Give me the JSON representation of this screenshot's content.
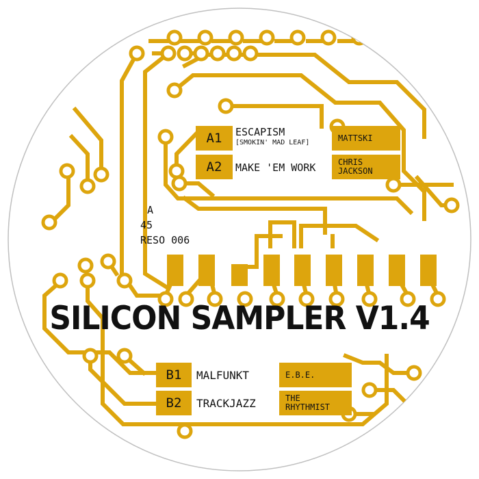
{
  "colors": {
    "trace": "#DDA50D",
    "ink": "#111111",
    "background": "#FFFFFF",
    "rim": "#BFBFBF"
  },
  "label": {
    "title": "SILICON SAMPLER V1.4",
    "side_info": {
      "side": "A",
      "rpm": "45",
      "catalog": "RESO 006"
    }
  },
  "tracks": {
    "a1": {
      "position": "A1",
      "title": "ESCAPISM",
      "subtitle": "[SMOKIN' MAD LEAF]",
      "artist": [
        "MATTSKI"
      ]
    },
    "a2": {
      "position": "A2",
      "title": "MAKE 'EM WORK",
      "artist": [
        "CHRIS",
        "JACKSON"
      ]
    },
    "b1": {
      "position": "B1",
      "title": "MALFUNKT",
      "artist": [
        "E.B.E."
      ]
    },
    "b2": {
      "position": "B2",
      "title": "TRACKJAZZ",
      "artist": [
        "THE",
        "RHYTHMIST"
      ]
    }
  }
}
